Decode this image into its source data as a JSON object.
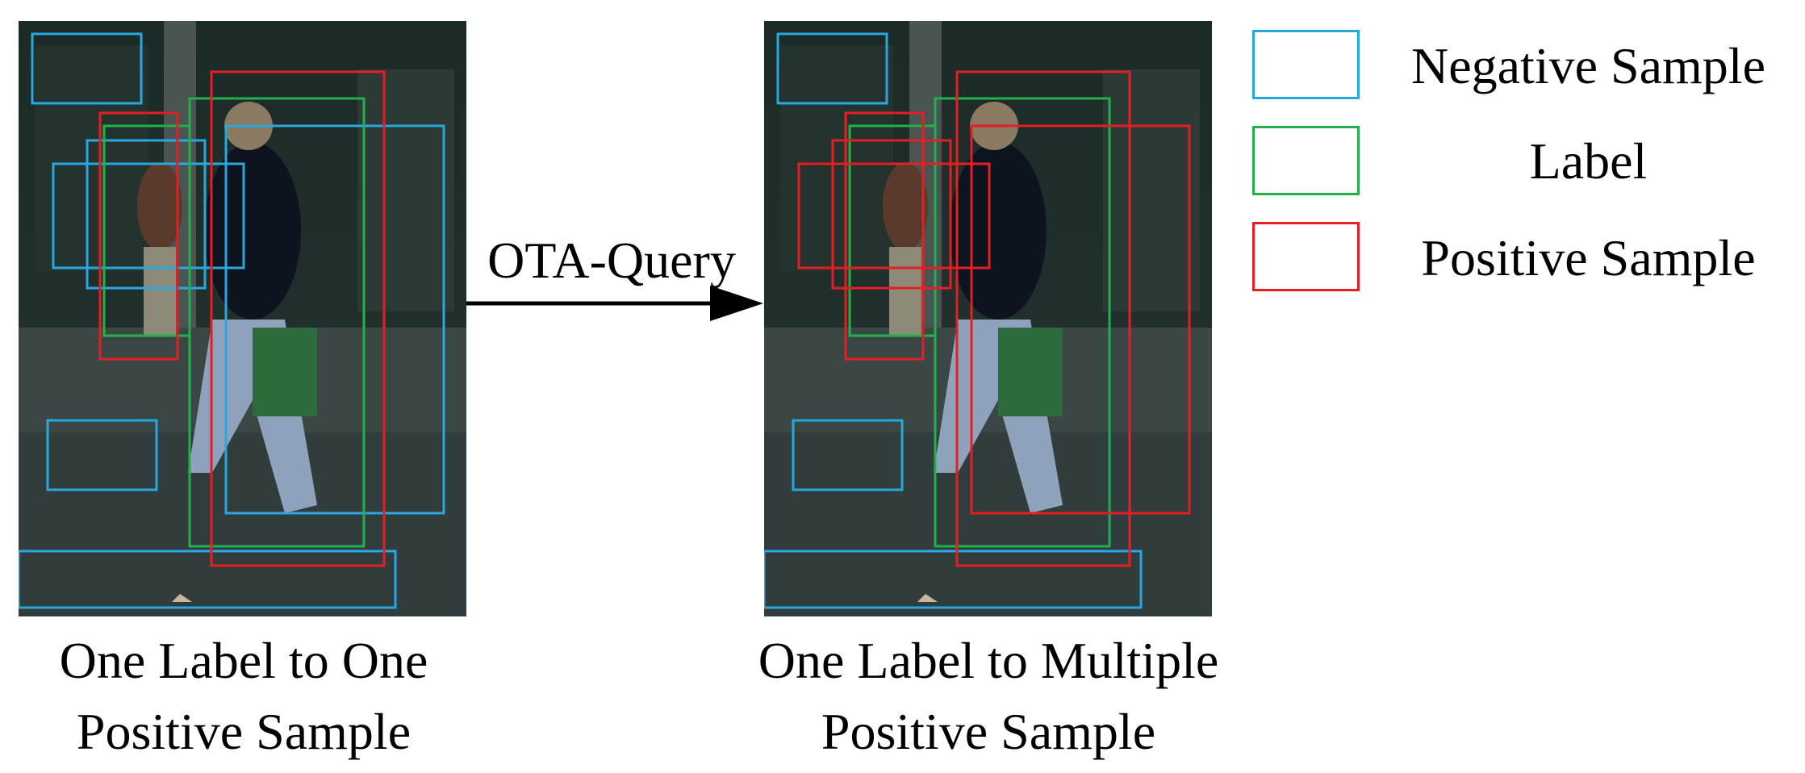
{
  "colors": {
    "negative": "#29a8e0",
    "label": "#23b04a",
    "positive": "#e51e24",
    "arrow": "#000000"
  },
  "arrow": {
    "text": "OTA-Query"
  },
  "panels": {
    "left": {
      "caption_line1": "One Label to One",
      "caption_line2": "Positive Sample"
    },
    "right": {
      "caption_line1": "One Label to Multiple",
      "caption_line2": "Positive Sample"
    }
  },
  "legend": [
    {
      "label": "Negative Sample",
      "color_key": "negative"
    },
    {
      "label": "Label",
      "color_key": "label"
    },
    {
      "label": "Positive Sample",
      "color_key": "positive"
    }
  ]
}
